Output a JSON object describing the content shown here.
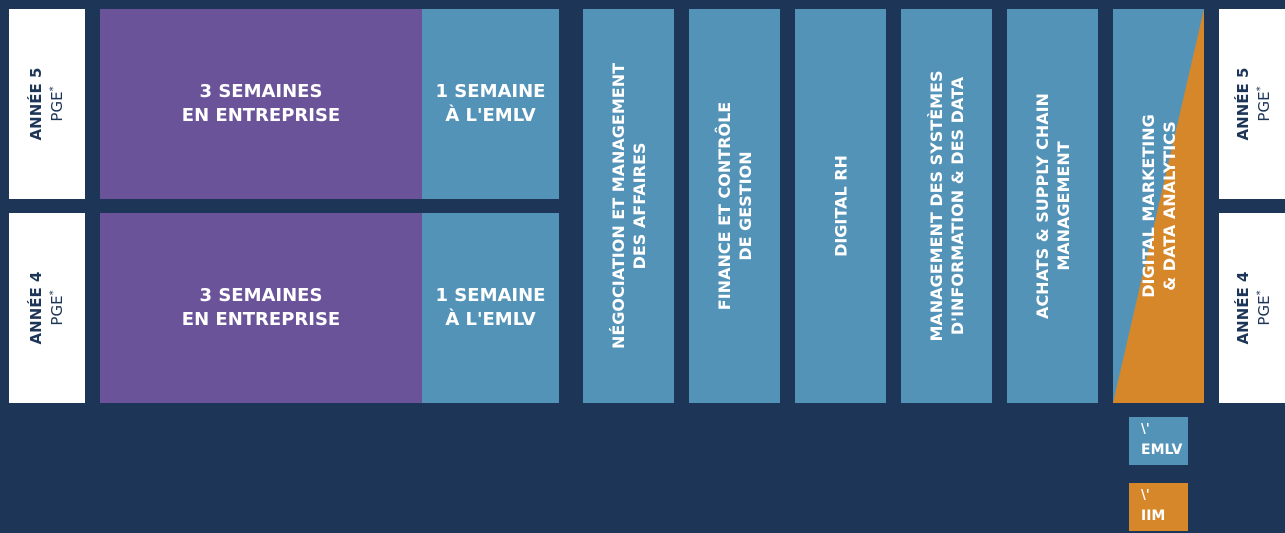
{
  "year_labels": {
    "year5": {
      "year": "ANNÉE 5",
      "program": "PGE",
      "mark": "*"
    },
    "year4": {
      "year": "ANNÉE 4",
      "program": "PGE",
      "mark": "*"
    }
  },
  "rows": {
    "year5": {
      "company": {
        "line1": "3 SEMAINES",
        "line2": "EN ENTREPRISE"
      },
      "school": {
        "line1": "1 SEMAINE",
        "line2": "À L'EMLV"
      }
    },
    "year4": {
      "company": {
        "line1": "3 SEMAINES",
        "line2": "EN ENTREPRISE"
      },
      "school": {
        "line1": "1 SEMAINE",
        "line2": "À L'EMLV"
      }
    }
  },
  "majors": [
    {
      "line1": "NÉGOCIATION ET MANAGEMENT",
      "line2": "DES AFFAIRES"
    },
    {
      "line1": "FINANCE ET CONTRÔLE",
      "line2": "DE GESTION"
    },
    {
      "line1": "DIGITAL RH",
      "line2": ""
    },
    {
      "line1": "MANAGEMENT DES SYSTÈMES",
      "line2": "D'INFORMATION & DES DATA"
    },
    {
      "line1": "ACHATS & SUPPLY CHAIN",
      "line2": "MANAGEMENT"
    },
    {
      "line1": "DIGITAL MARKETING",
      "line2": "& DATA ANALYTICS"
    }
  ],
  "legend": {
    "emlv": {
      "mark": "\\'",
      "label": "EMLV"
    },
    "iim": {
      "mark": "\\'",
      "label": "IIM"
    }
  },
  "colors": {
    "background": "#1d3557",
    "company": "#6a5399",
    "school": "#5493b8",
    "iim": "#d5872a",
    "label_box": "#ffffff"
  }
}
